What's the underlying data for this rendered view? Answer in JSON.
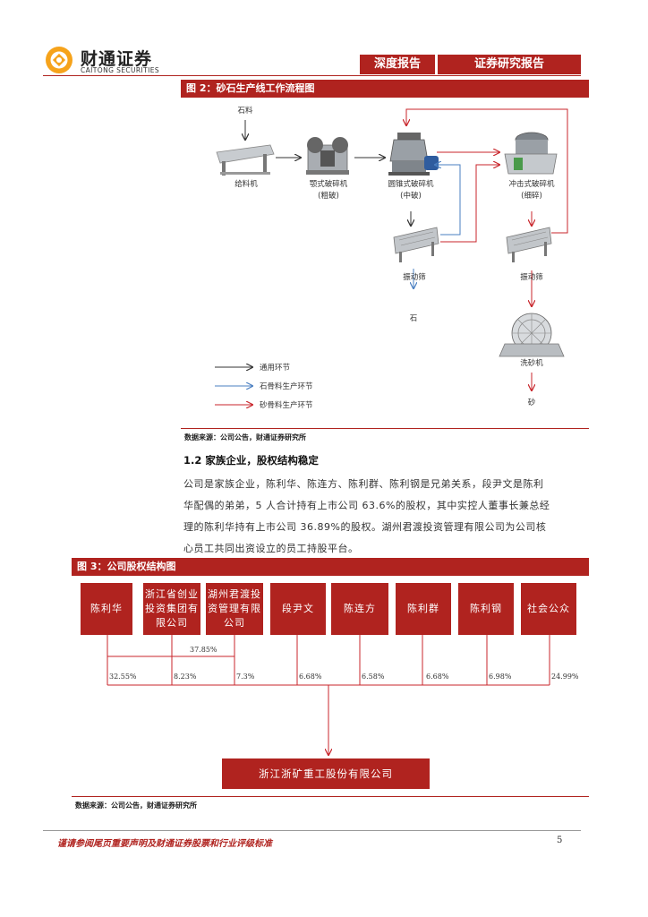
{
  "header": {
    "logo_cn": "财通证券",
    "logo_en": "CAITONG SECURITIES",
    "tab_left": "深度报告",
    "tab_right": "证券研究报告"
  },
  "figure2": {
    "title": "图 2：砂石生产线工作流程图",
    "input_label": "石料",
    "machines": {
      "feeder": "给料机",
      "jaw": "颚式破碎机",
      "jaw_sub": "(粗破)",
      "cone": "圆锥式破碎机",
      "cone_sub": "(中破)",
      "impact": "冲击式破碎机",
      "impact_sub": "(细碎)",
      "screen_left": "振动筛",
      "screen_right": "振动筛",
      "washer": "洗砂机"
    },
    "outputs": {
      "stone": "石",
      "sand": "砂"
    },
    "legend": [
      {
        "label": "通用环节",
        "color": "#333333"
      },
      {
        "label": "石骨料生产环节",
        "color": "#4a7fc1"
      },
      {
        "label": "砂骨料生产环节",
        "color": "#c8252b"
      }
    ],
    "source": "数据来源：公司公告，财通证券研究所"
  },
  "section": {
    "heading": "1.2  家族企业，股权结构稳定",
    "lines": [
      "公司是家族企业，陈利华、陈连方、陈利群、陈利钢是兄弟关系，段尹文是陈利",
      "华配偶的弟弟，5 人合计持有上市公司 63.6%的股权，其中实控人董事长兼总经",
      "理的陈利华持有上市公司 36.89%的股权。湖州君渡投资管理有限公司为公司核",
      "心员工共同出资设立的员工持股平台。"
    ]
  },
  "figure3": {
    "title": "图 3：公司股权结构图",
    "shareholders": [
      {
        "name": "陈利华",
        "pct": "32.55%"
      },
      {
        "name": "浙江省创业投资集团有限公司",
        "pct": "8.23%"
      },
      {
        "name": "湖州君渡投资管理有限公司",
        "pct": "7.3%"
      },
      {
        "name": "段尹文",
        "pct": "6.68%"
      },
      {
        "name": "陈连方",
        "pct": "6.58%"
      },
      {
        "name": "陈利群",
        "pct": "6.68%"
      },
      {
        "name": "陈利钢",
        "pct": "6.98%"
      },
      {
        "name": "社会公众",
        "pct": "24.99%"
      }
    ],
    "shareholder_lines": [
      [
        "陈利华"
      ],
      [
        "浙江省创业",
        "投资集团有",
        "限公司"
      ],
      [
        "湖州君渡投",
        "资管理有限",
        "公司"
      ],
      [
        "段尹文"
      ],
      [
        "陈连方"
      ],
      [
        "陈利群"
      ],
      [
        "陈利钢"
      ],
      [
        "社会公众"
      ]
    ],
    "combined_pct": "37.85%",
    "company": "浙江浙矿重工股份有限公司",
    "source": "数据来源：公司公告，财通证券研究所"
  },
  "footer": {
    "disclaimer": "谨请参阅尾页重要声明及财通证券股票和行业评级标准",
    "page": "5"
  }
}
